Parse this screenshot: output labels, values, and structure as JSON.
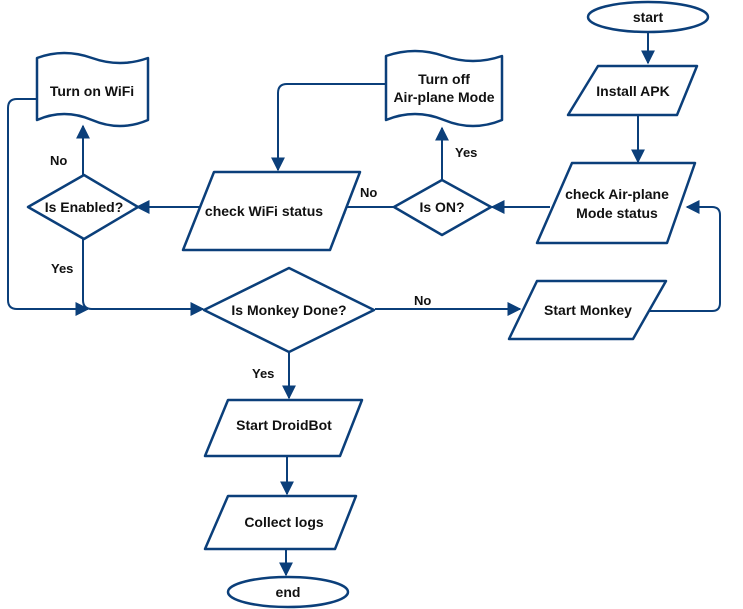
{
  "colors": {
    "stroke": "#0b3f7a",
    "fill": "#ffffff",
    "text": "#111111"
  },
  "nodes": {
    "start": "start",
    "install_apk": "Install APK",
    "check_airplane": [
      "check Air-plane",
      "Mode status"
    ],
    "is_on": "Is ON?",
    "turn_off_airplane": [
      "Turn off",
      "Air-plane Mode"
    ],
    "check_wifi": "check WiFi status",
    "is_enabled": "Is Enabled?",
    "turn_on_wifi": "Turn on WiFi",
    "is_monkey_done": "Is Monkey Done?",
    "start_monkey": "Start Monkey",
    "start_droidbot": "Start DroidBot",
    "collect_logs": "Collect logs",
    "end": "end"
  },
  "edge_labels": {
    "is_on_yes": "Yes",
    "is_on_no": "No",
    "is_enabled_no": "No",
    "is_enabled_yes": "Yes",
    "monkey_no": "No",
    "monkey_yes": "Yes"
  }
}
